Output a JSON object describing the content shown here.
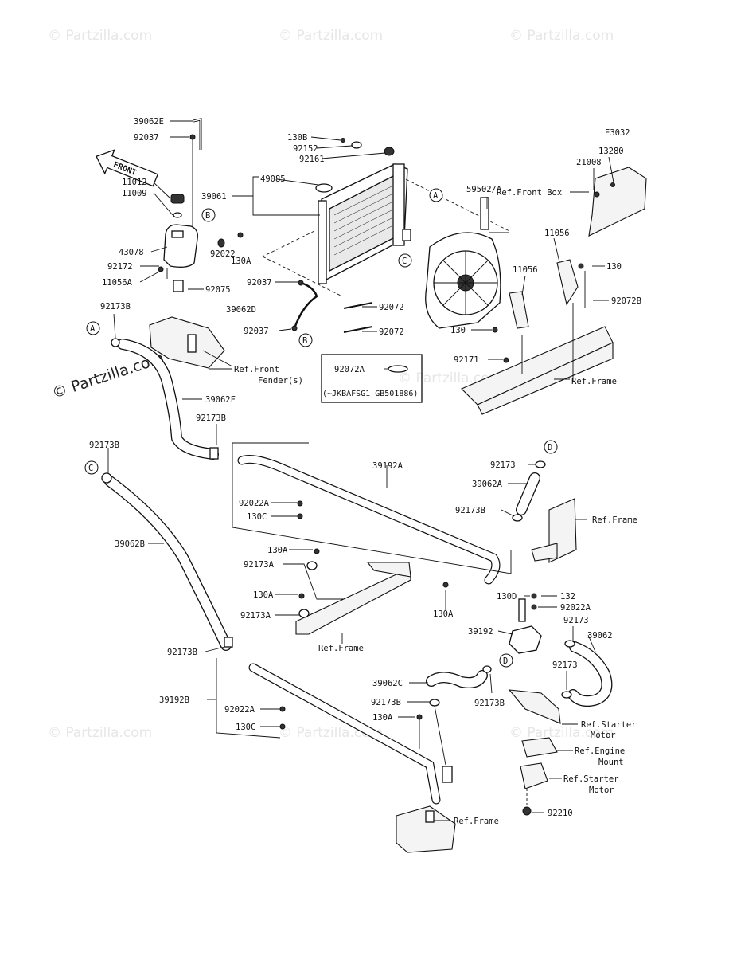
{
  "watermarks": [
    "© Partzilla.com",
    "© Partzilla.com",
    "© Partzilla.com",
    "© Partzilla.com",
    "© Partzilla.com",
    "© Partzilla.com",
    "© Partzilla.com"
  ],
  "side_watermark": "© Partzilla.com",
  "diagram_code": "E3032",
  "front_label": "FRONT",
  "parts": {
    "p39062E": "39062E",
    "p92037_top": "92037",
    "p11012": "11012",
    "p11009": "11009",
    "p43078": "43078",
    "p92172": "92172",
    "p11056A": "11056A",
    "p92022_tank": "92022",
    "p92075": "92075",
    "p130A_tank": "130A",
    "p92173B_A": "92173B",
    "p130B": "130B",
    "p92152": "92152",
    "p92161": "92161",
    "p49085": "49085",
    "p39061": "39061",
    "p92037_mid": "92037",
    "p39062D": "39062D",
    "p92037_low": "92037",
    "p92072_a": "92072",
    "p92072_b": "92072",
    "p92072A": "92072A",
    "serial_note": "(~JKBAFSG1 GB501886)",
    "p59502A": "59502/A",
    "p21008": "21008",
    "p13280": "13280",
    "p11056_right": "11056",
    "p11056_mid": "11056",
    "p130_right": "130",
    "p92072B": "92072B",
    "p130_mid": "130",
    "p92171": "92171",
    "p39062F": "39062F",
    "p92173B_upper": "92173B",
    "p92173B_C": "92173B",
    "p39192A": "39192A",
    "p92022A_up": "92022A",
    "p130C_up": "130C",
    "p92173_D": "92173",
    "p39062A": "39062A",
    "p92173B_right": "92173B",
    "p39062B": "39062B",
    "p130A_bracket": "130A",
    "p92173A_1": "92173A",
    "p130A_bracket2": "130A",
    "p92173A_2": "92173A",
    "p130A_center": "130A",
    "p130D": "130D",
    "p132": "132",
    "p92022A_right": "92022A",
    "p92173_right": "92173",
    "p39192": "39192",
    "p39062": "39062",
    "p92173_low": "92173",
    "p92173B_low": "92173B",
    "p39192B": "39192B",
    "p92022A_low": "92022A",
    "p130C_low": "130C",
    "p39062C": "39062C",
    "p92173B_C2": "92173B",
    "p130A_low": "130A",
    "p92173B_far": "92173B",
    "p92210": "92210"
  },
  "refs": {
    "front_box": "Ref.Front Box",
    "front_fender_1": "Ref.Front",
    "front_fender_2": "Fender(s)",
    "frame_top": "Ref.Frame",
    "frame_right": "Ref.Frame",
    "frame_bracket": "Ref.Frame",
    "frame_bottom": "Ref.Frame",
    "starter_1a": "Ref.Starter",
    "starter_1b": "Motor",
    "engine_a": "Ref.Engine",
    "engine_b": "Mount",
    "starter_2a": "Ref.Starter",
    "starter_2b": "Motor"
  },
  "callouts": {
    "A": "A",
    "B": "B",
    "C": "C",
    "D": "D"
  }
}
